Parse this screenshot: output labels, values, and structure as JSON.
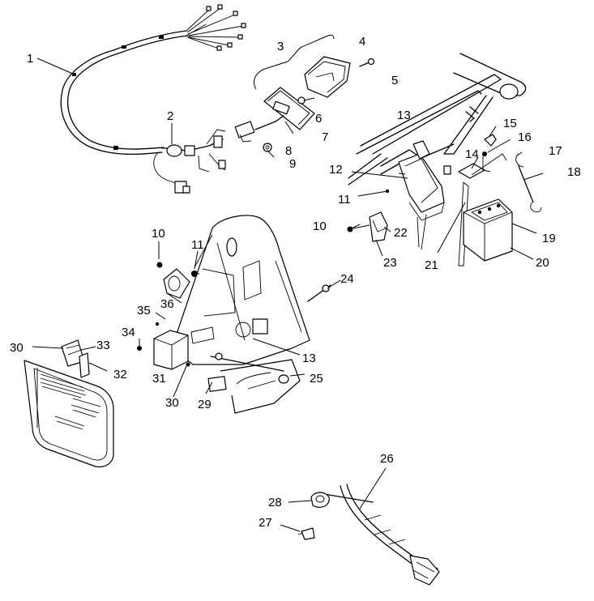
{
  "callouts": [
    {
      "id": "1",
      "label": "1"
    },
    {
      "id": "2",
      "label": "2"
    },
    {
      "id": "3",
      "label": "3"
    },
    {
      "id": "4",
      "label": "4"
    },
    {
      "id": "5",
      "label": "5"
    },
    {
      "id": "6",
      "label": "6"
    },
    {
      "id": "7",
      "label": "7"
    },
    {
      "id": "8",
      "label": "8"
    },
    {
      "id": "9",
      "label": "9"
    },
    {
      "id": "10a",
      "label": "10"
    },
    {
      "id": "10b",
      "label": "10"
    },
    {
      "id": "11a",
      "label": "11"
    },
    {
      "id": "11b",
      "label": "11"
    },
    {
      "id": "12",
      "label": "12"
    },
    {
      "id": "13a",
      "label": "13"
    },
    {
      "id": "13b",
      "label": "13"
    },
    {
      "id": "14",
      "label": "14"
    },
    {
      "id": "15",
      "label": "15"
    },
    {
      "id": "16",
      "label": "16"
    },
    {
      "id": "17",
      "label": "17"
    },
    {
      "id": "18",
      "label": "18"
    },
    {
      "id": "19",
      "label": "19"
    },
    {
      "id": "20",
      "label": "20"
    },
    {
      "id": "21",
      "label": "21"
    },
    {
      "id": "22",
      "label": "22"
    },
    {
      "id": "23",
      "label": "23"
    },
    {
      "id": "24",
      "label": "24"
    },
    {
      "id": "25",
      "label": "25"
    },
    {
      "id": "26",
      "label": "26"
    },
    {
      "id": "27",
      "label": "27"
    },
    {
      "id": "28",
      "label": "28"
    },
    {
      "id": "29",
      "label": "29"
    },
    {
      "id": "30a",
      "label": "30"
    },
    {
      "id": "30b",
      "label": "30"
    },
    {
      "id": "31",
      "label": "31"
    },
    {
      "id": "32",
      "label": "32"
    },
    {
      "id": "33",
      "label": "33"
    },
    {
      "id": "34",
      "label": "34"
    },
    {
      "id": "35",
      "label": "35"
    },
    {
      "id": "36",
      "label": "36"
    }
  ]
}
